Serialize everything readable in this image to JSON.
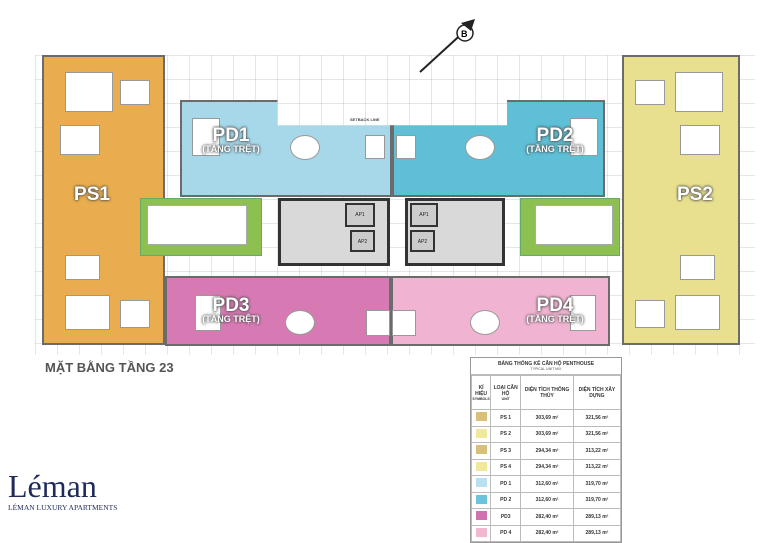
{
  "compass": {
    "icon": "north-arrow-icon"
  },
  "plan": {
    "setback_label": "SETBACK LINE",
    "units": [
      {
        "id": "PS1",
        "label": "PS1",
        "sub": "",
        "color": "#e9ad4f"
      },
      {
        "id": "PS2",
        "label": "PS2",
        "sub": "",
        "color": "#e8e08f"
      },
      {
        "id": "PD1",
        "label": "PD1",
        "sub": "(TẦNG TRỆT)",
        "color": "#a6d8ea"
      },
      {
        "id": "PD2",
        "label": "PD2",
        "sub": "(TẦNG TRỆT)",
        "color": "#5fbfd6"
      },
      {
        "id": "PD3",
        "label": "PD3",
        "sub": "(TẦNG TRỆT)",
        "color": "#d77ab4"
      },
      {
        "id": "PD4",
        "label": "PD4",
        "sub": "(TẦNG TRỆT)",
        "color": "#f0b4d2"
      }
    ],
    "core": {
      "elevators": [
        "AP1",
        "AP2",
        "AP1",
        "AP2"
      ]
    }
  },
  "title": "MẶT BẰNG TẦNG 23",
  "logo": {
    "name": "Léman",
    "tagline": "LÉMAN LUXURY APARTMENTS"
  },
  "table": {
    "title": "BẢNG THỐNG KÊ CĂN HỘ PENTHOUSE",
    "subtitle": "TYPICAL UNIT MIX",
    "headers": [
      {
        "main": "KÍ HIỆU",
        "sub": "SYMBOLS"
      },
      {
        "main": "LOẠI CĂN HỘ",
        "sub": "UNIT"
      },
      {
        "main": "DIỆN TÍCH THÔNG THỦY",
        "sub": ""
      },
      {
        "main": "DIỆN TÍCH XÂY DỰNG",
        "sub": ""
      }
    ],
    "rows": [
      {
        "color": "#d8c07a",
        "unit": "PS 1",
        "net": "303,69 m²",
        "gross": "321,56 m²"
      },
      {
        "color": "#f0e89a",
        "unit": "PS 2",
        "net": "303,69 m²",
        "gross": "321,56 m²"
      },
      {
        "color": "#d8c07a",
        "unit": "PS 3",
        "net": "294,34 m²",
        "gross": "313,22 m²"
      },
      {
        "color": "#f0e89a",
        "unit": "PS 4",
        "net": "294,34 m²",
        "gross": "313,22 m²"
      },
      {
        "color": "#b8e0f0",
        "unit": "PD 1",
        "net": "312,60 m²",
        "gross": "319,70 m²"
      },
      {
        "color": "#6cc4dc",
        "unit": "PD 2",
        "net": "312,60 m²",
        "gross": "319,70 m²"
      },
      {
        "color": "#d072b0",
        "unit": "PD3",
        "net": "282,40 m²",
        "gross": "289,13 m²"
      },
      {
        "color": "#f2b8d2",
        "unit": "PD 4",
        "net": "282,40 m²",
        "gross": "289,13 m²"
      }
    ]
  }
}
